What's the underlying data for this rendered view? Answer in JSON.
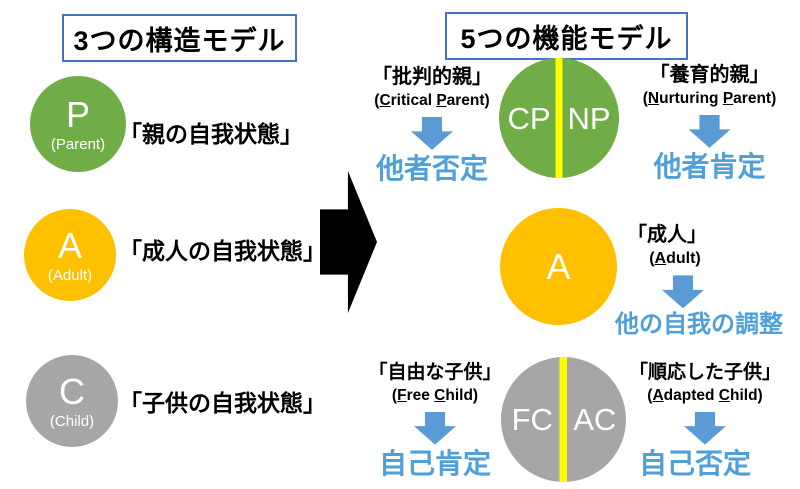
{
  "colors": {
    "green": "#70AD47",
    "yellow": "#FFC000",
    "gray": "#A6A6A6",
    "divider_yellow": "#FFFF00",
    "blue_text": "#4F9FD8",
    "blue_arrow": "#5B9BD5",
    "box_border": "#4472C4",
    "arrow_black": "#000000"
  },
  "left_panel": {
    "title": "3つの構造モデル",
    "items": [
      {
        "letter": "P",
        "name": "(Parent)",
        "label": "「親の自我状態」"
      },
      {
        "letter": "A",
        "name": "(Adult)",
        "label": "「成人の自我状態」"
      },
      {
        "letter": "C",
        "name": "(Child)",
        "label": "「子供の自我状態」"
      }
    ]
  },
  "right_panel": {
    "title": "5つの機能モデル",
    "parent_circle": {
      "left": "CP",
      "right": "NP"
    },
    "adult_circle": {
      "letter": "A"
    },
    "child_circle": {
      "left": "FC",
      "right": "AC"
    },
    "critical": {
      "jp": "「批判的親」",
      "en": {
        "p1": "(",
        "u1": "C",
        "p2": "ritical ",
        "u2": "P",
        "p3": "arent)"
      },
      "result": "他者否定"
    },
    "nurturing": {
      "jp": "「養育的親」",
      "en": {
        "p1": "(",
        "u1": "N",
        "p2": "urturing ",
        "u2": "P",
        "p3": "arent)"
      },
      "result": "他者肯定"
    },
    "adult": {
      "jp": "「成人」",
      "en": {
        "p1": "(",
        "u1": "A",
        "p2": "dult)"
      },
      "result": "他の自我の調整"
    },
    "free": {
      "jp": "「自由な子供」",
      "en": {
        "p1": "(",
        "u1": "F",
        "p2": "ree ",
        "u2": "C",
        "p3": "hild)"
      },
      "result": "自己肯定"
    },
    "adapted": {
      "jp": "「順応した子供」",
      "en": {
        "p1": "(",
        "u1": "A",
        "p2": "dapted ",
        "u2": "C",
        "p3": "hild)"
      },
      "result": "自己否定"
    }
  }
}
